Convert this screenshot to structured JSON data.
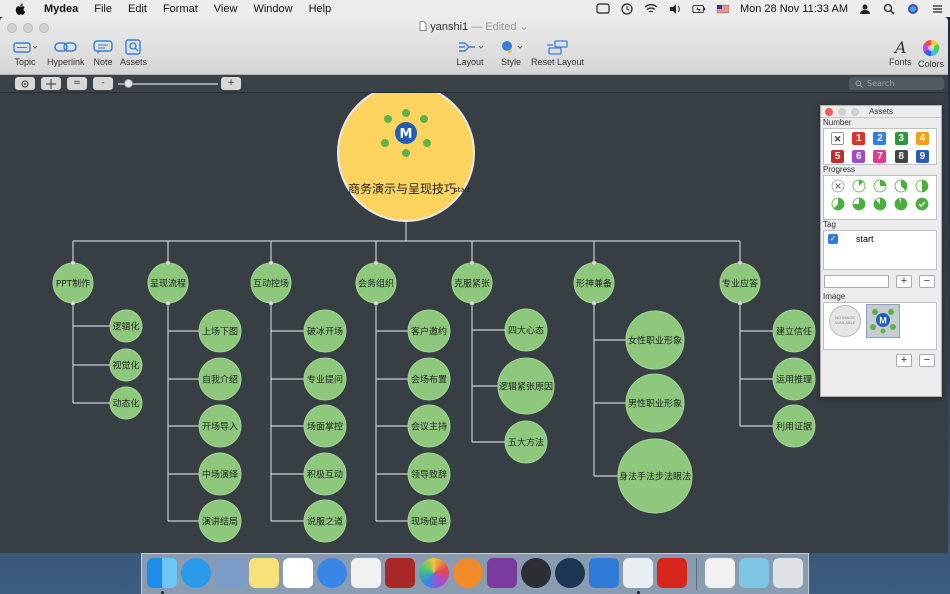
{
  "menubar": {
    "app_name": "Mydea",
    "items": [
      "File",
      "Edit",
      "Format",
      "View",
      "Window",
      "Help"
    ],
    "datetime": "Mon 28 Nov  11:33 AM"
  },
  "window": {
    "doc_name": "yanshi1",
    "doc_status": "— Edited",
    "toolbar_left": [
      {
        "label": "Topic"
      },
      {
        "label": "Hyperlink"
      },
      {
        "label": "Note"
      },
      {
        "label": "Assets"
      }
    ],
    "toolbar_center": [
      {
        "label": "Layout"
      },
      {
        "label": "Style"
      },
      {
        "label": "Reset Layout"
      }
    ],
    "toolbar_right": [
      {
        "label": "Fonts"
      },
      {
        "label": "Colors"
      }
    ],
    "zoom": {
      "minus": "-",
      "plus": "+",
      "equal": "=",
      "level": 0.08
    },
    "search_placeholder": "Search"
  },
  "mindmap": {
    "central": {
      "title": "商务演示与呈现技巧",
      "tag": "start",
      "color": "#fdd360"
    },
    "node_color": "#8dc87c",
    "branches": [
      {
        "label": "PPT制作",
        "children": [
          "逻辑化",
          "视觉化",
          "动态化"
        ]
      },
      {
        "label": "呈现流程",
        "children": [
          "上场下图",
          "自我介绍",
          "开场导入",
          "中场演绎",
          "演讲结局"
        ]
      },
      {
        "label": "互动控场",
        "children": [
          "破冰开场",
          "专业提问",
          "场面掌控",
          "积极互动",
          "说服之道"
        ]
      },
      {
        "label": "会务组织",
        "children": [
          "客户邀约",
          "会场布置",
          "会议主持",
          "领导致辞",
          "现场促单"
        ]
      },
      {
        "label": "克服紧张",
        "children": [
          "四大心态",
          "逻辑紧张原因",
          "五大方法"
        ]
      },
      {
        "label": "形神兼备",
        "children": [
          "女性职业形象",
          "男性职业形象",
          "身法手法步法眼法"
        ]
      },
      {
        "label": "专业应答",
        "children": [
          "建立信任",
          "运用推理",
          "利用证据"
        ]
      }
    ]
  },
  "assets_panel": {
    "title": "Assets",
    "sections": {
      "number": "Number",
      "progress": "Progress",
      "tag": "Tag",
      "image": "Image"
    },
    "numbers": [
      {
        "n": "",
        "color": "#ffffff"
      },
      {
        "n": "1",
        "color": "#d9342b"
      },
      {
        "n": "2",
        "color": "#2f7fe0"
      },
      {
        "n": "3",
        "color": "#2a9a3a"
      },
      {
        "n": "4",
        "color": "#f2a01c"
      },
      {
        "n": "5",
        "color": "#c22f2a"
      },
      {
        "n": "6",
        "color": "#a04ac8"
      },
      {
        "n": "7",
        "color": "#e03a8c"
      },
      {
        "n": "8",
        "color": "#444444"
      },
      {
        "n": "9",
        "color": "#2c5bb7"
      }
    ],
    "progress_levels": [
      0,
      0.125,
      0.25,
      0.375,
      0.5,
      0.625,
      0.75,
      0.875,
      0.95,
      1
    ],
    "tags": [
      {
        "label": "start",
        "checked": true
      }
    ],
    "tag_input_value": "",
    "add": "+",
    "remove": "−",
    "image_items": [
      {
        "label": "NO IMAGE AVAILABLE"
      }
    ]
  },
  "colors": {
    "accent": "#2d7ddb",
    "canvas": "#373f45",
    "line": "#c8cdd0"
  }
}
